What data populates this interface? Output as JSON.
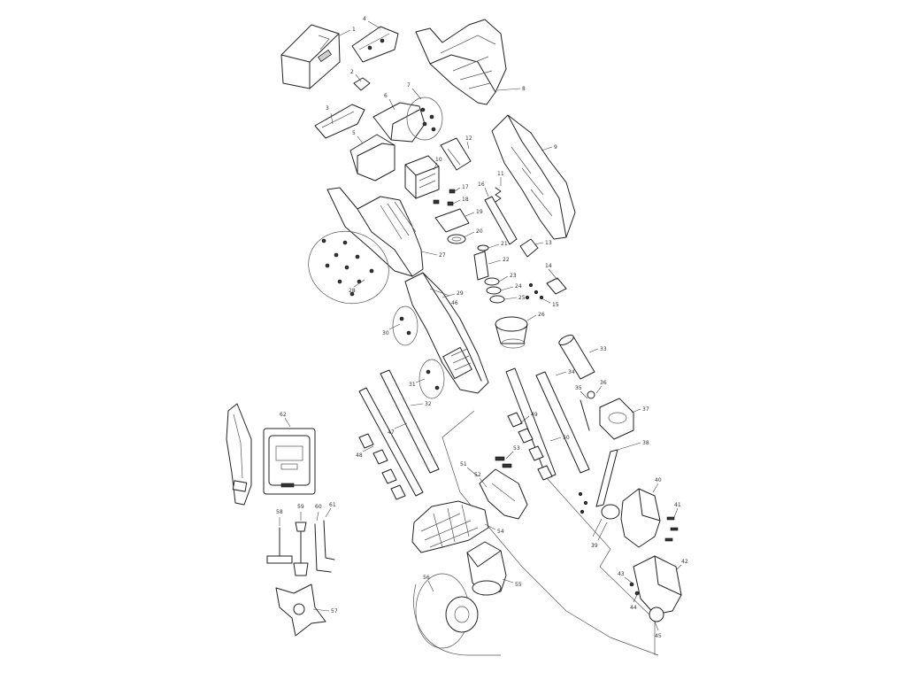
{
  "diagram": {
    "labels": [
      "1",
      "2",
      "3",
      "4",
      "5",
      "6",
      "7",
      "8",
      "9",
      "10",
      "11",
      "12",
      "13",
      "14",
      "15",
      "16",
      "17",
      "18",
      "19",
      "20",
      "21",
      "22",
      "23",
      "24",
      "25",
      "26",
      "27",
      "28",
      "29",
      "30",
      "31",
      "32",
      "33",
      "34",
      "35",
      "36",
      "37",
      "38",
      "39",
      "40",
      "41",
      "42",
      "43",
      "44",
      "45",
      "46",
      "47",
      "48",
      "49",
      "50",
      "51",
      "52",
      "53",
      "54",
      "55",
      "56",
      "57",
      "58",
      "59",
      "60",
      "61",
      "62"
    ],
    "colors": {
      "line": "#222222",
      "label": "#333333",
      "background": "#ffffff"
    }
  }
}
